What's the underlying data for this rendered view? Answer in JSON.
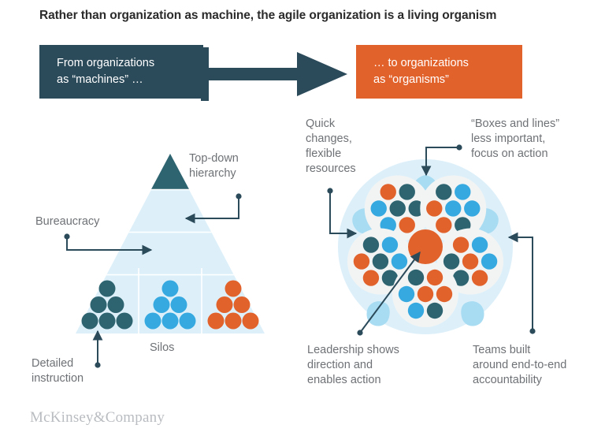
{
  "title": "Rather than organization as machine, the agile organization is a living organism",
  "banners": {
    "left": {
      "line1": "From organizations",
      "line2": "as “machines” …"
    },
    "right": {
      "line1": "… to organizations",
      "line2": "as “organisms”"
    }
  },
  "pyramid": {
    "labels": {
      "top_down": {
        "line1": "Top-down",
        "line2": "hierarchy"
      },
      "bureaucracy": "Bureaucracy",
      "silos": "Silos",
      "detailed": {
        "line1": "Detailed",
        "line2": "instruction"
      }
    },
    "silo_columns": [
      {
        "name": "silo-left",
        "color": "#2e6470",
        "dots": [
          1,
          2,
          3
        ]
      },
      {
        "name": "silo-middle",
        "color": "#36a9e0",
        "dots": [
          1,
          2,
          3
        ]
      },
      {
        "name": "silo-right",
        "color": "#e2622c",
        "dots": [
          1,
          2,
          3
        ]
      }
    ]
  },
  "organism": {
    "labels": {
      "quick_changes": {
        "line1": "Quick",
        "line2": "changes,",
        "line3": "flexible",
        "line4": "resources"
      },
      "boxes_lines": {
        "line1": "“Boxes and lines”",
        "line2": "less important,",
        "line3": "focus on action"
      },
      "leadership": {
        "line1": "Leadership shows",
        "line2": "direction and",
        "line3": "enables action"
      },
      "teams_built": {
        "line1": "Teams built",
        "line2": "around end-to-end",
        "line3": "accountability"
      }
    },
    "teams": [
      {
        "name": "team-top-left",
        "dots": [
          "orange",
          "teal",
          "blue",
          "teal",
          "teal",
          "blue",
          "orange"
        ]
      },
      {
        "name": "team-top-right",
        "dots": [
          "teal",
          "blue",
          "orange",
          "blue",
          "blue",
          "orange",
          "teal"
        ]
      },
      {
        "name": "team-left",
        "dots": [
          "teal",
          "blue",
          "orange",
          "teal",
          "blue",
          "orange",
          "teal"
        ]
      },
      {
        "name": "team-right",
        "dots": [
          "orange",
          "blue",
          "teal",
          "orange",
          "blue",
          "teal",
          "orange"
        ]
      },
      {
        "name": "team-bottom",
        "dots": [
          "teal",
          "orange",
          "blue",
          "orange",
          "orange",
          "blue",
          "teal"
        ]
      }
    ],
    "center_color": "#e2622c"
  },
  "colors": {
    "dark_teal": "#2b4a5a",
    "teal": "#2e6470",
    "blue": "#36a9e0",
    "orange": "#e2622c",
    "pale_blue": "#d9effa",
    "mid_blue": "#a8dcf2",
    "cluster_white": "#f2f4f4",
    "label_gray": "#6e7175",
    "logo_gray": "#b9bcc0"
  },
  "logo": "McKinsey&Company"
}
